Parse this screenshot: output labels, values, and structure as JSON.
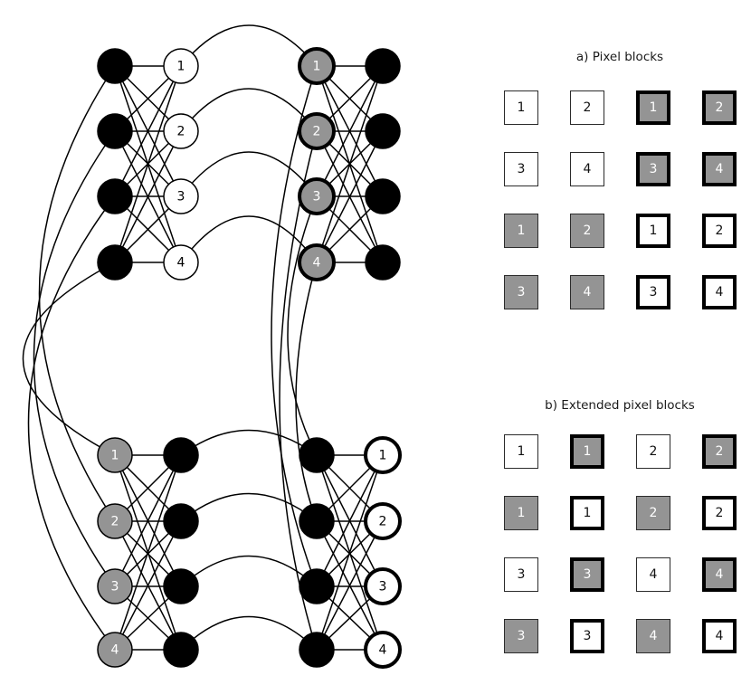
{
  "figure": {
    "background": "#ffffff",
    "ink": "#000000",
    "gray_fill": "#949494",
    "white_fill": "#ffffff"
  },
  "graph": {
    "name": "bipartite-cluster-graph",
    "node_radius": 19,
    "columns_x": [
      127,
      200,
      350,
      423
    ],
    "rows_y_top": [
      73,
      145,
      217,
      290
    ],
    "rows_y_bottom": [
      503,
      576,
      648,
      718
    ],
    "clusters": [
      {
        "id": "top-left",
        "left_column": {
          "style": "black",
          "labels": [
            "",
            "",
            "",
            ""
          ]
        },
        "right_column": {
          "style": "white-thin",
          "labels": [
            "1",
            "2",
            "3",
            "4"
          ]
        }
      },
      {
        "id": "top-right",
        "left_column": {
          "style": "gray-thick",
          "labels": [
            "1",
            "2",
            "3",
            "4"
          ]
        },
        "right_column": {
          "style": "black",
          "labels": [
            "",
            "",
            "",
            ""
          ]
        }
      },
      {
        "id": "bottom-left",
        "left_column": {
          "style": "gray-thin",
          "labels": [
            "1",
            "2",
            "3",
            "4"
          ]
        },
        "right_column": {
          "style": "black",
          "labels": [
            "",
            "",
            "",
            ""
          ]
        }
      },
      {
        "id": "bottom-right",
        "left_column": {
          "style": "black",
          "labels": [
            "",
            "",
            "",
            ""
          ]
        },
        "right_column": {
          "style": "white-thick",
          "labels": [
            "1",
            "2",
            "3",
            "4"
          ]
        }
      }
    ]
  },
  "panel_a": {
    "title": "a) Pixel blocks",
    "columns": 4,
    "rows": 4,
    "cells": [
      [
        {
          "label": "1",
          "style": "white-thin"
        },
        {
          "label": "2",
          "style": "white-thin"
        },
        {
          "label": "1",
          "style": "gray-thick"
        },
        {
          "label": "2",
          "style": "gray-thick"
        }
      ],
      [
        {
          "label": "3",
          "style": "white-thin"
        },
        {
          "label": "4",
          "style": "white-thin"
        },
        {
          "label": "3",
          "style": "gray-thick"
        },
        {
          "label": "4",
          "style": "gray-thick"
        }
      ],
      [
        {
          "label": "1",
          "style": "gray-thin"
        },
        {
          "label": "2",
          "style": "gray-thin"
        },
        {
          "label": "1",
          "style": "white-thick"
        },
        {
          "label": "2",
          "style": "white-thick"
        }
      ],
      [
        {
          "label": "3",
          "style": "gray-thin"
        },
        {
          "label": "4",
          "style": "gray-thin"
        },
        {
          "label": "3",
          "style": "white-thick"
        },
        {
          "label": "4",
          "style": "white-thick"
        }
      ]
    ]
  },
  "panel_b": {
    "title": "b) Extended pixel blocks",
    "columns": 4,
    "rows": 4,
    "cells": [
      [
        {
          "label": "1",
          "style": "white-thin"
        },
        {
          "label": "1",
          "style": "gray-thick"
        },
        {
          "label": "2",
          "style": "white-thin"
        },
        {
          "label": "2",
          "style": "gray-thick"
        }
      ],
      [
        {
          "label": "1",
          "style": "gray-thin"
        },
        {
          "label": "1",
          "style": "white-thick"
        },
        {
          "label": "2",
          "style": "gray-thin"
        },
        {
          "label": "2",
          "style": "white-thick"
        }
      ],
      [
        {
          "label": "3",
          "style": "white-thin"
        },
        {
          "label": "3",
          "style": "gray-thick"
        },
        {
          "label": "4",
          "style": "white-thin"
        },
        {
          "label": "4",
          "style": "gray-thick"
        }
      ],
      [
        {
          "label": "3",
          "style": "gray-thin"
        },
        {
          "label": "3",
          "style": "white-thick"
        },
        {
          "label": "4",
          "style": "gray-thin"
        },
        {
          "label": "4",
          "style": "white-thick"
        }
      ]
    ]
  }
}
